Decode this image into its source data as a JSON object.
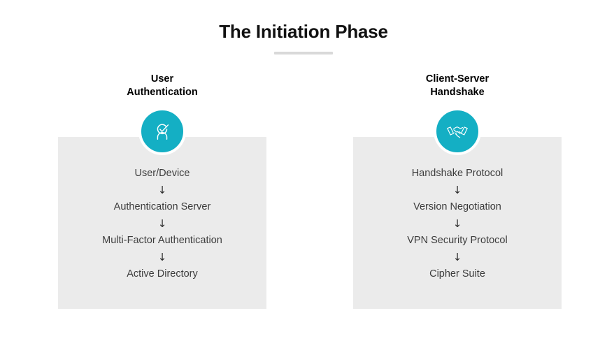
{
  "title": {
    "text": "The Initiation Phase",
    "rule_color": "#d9d9d9"
  },
  "theme": {
    "accent": "#14afc4",
    "panel_bg": "#ebebeb",
    "text": "#3c3c3c",
    "heading": "#000000",
    "page_bg": "#ffffff"
  },
  "arrow_glyph": "↓",
  "columns": [
    {
      "heading_line1": "User",
      "heading_line2": "Authentication",
      "icon": "user-check-icon",
      "steps": [
        "User/Device",
        "Authentication Server",
        "Multi-Factor Authentication",
        "Active Directory"
      ]
    },
    {
      "heading_line1": "Client-Server",
      "heading_line2": "Handshake",
      "icon": "handshake-icon",
      "steps": [
        "Handshake Protocol",
        "Version Negotiation",
        "VPN Security Protocol",
        "Cipher Suite"
      ]
    }
  ]
}
